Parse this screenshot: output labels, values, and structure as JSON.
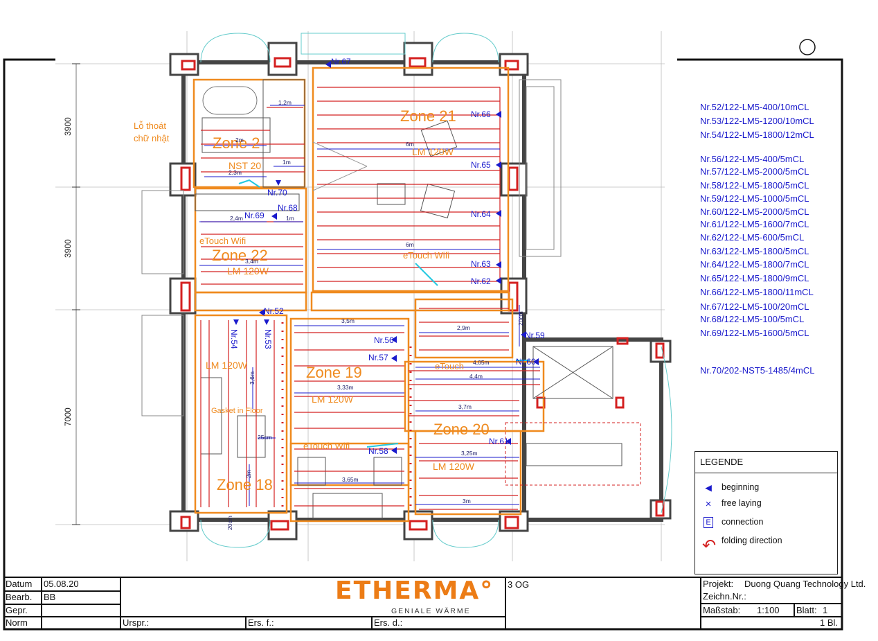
{
  "zones": [
    {
      "name": "Zone 21",
      "element": "LM 120W",
      "device": "eTouch Wifi"
    },
    {
      "name": "Zone 2",
      "element": "NST 20"
    },
    {
      "name": "Zone 22",
      "element": "LM 120W",
      "device": "eTouch Wifi"
    },
    {
      "name": "Zone 19",
      "element": "LM 120W",
      "device": "eTouch Wifi"
    },
    {
      "name": "Zone 20",
      "element": "LM 120W",
      "device": "eTouch"
    },
    {
      "name": "Zone 18",
      "element": "LM 120W",
      "note": "Gasket in Floor"
    }
  ],
  "drain_label_1": "Lỗ thoát",
  "drain_label_2": "chữ nhật",
  "dimensions_left": [
    "3900",
    "3900",
    "7000"
  ],
  "circuits": [
    "Nr.52",
    "Nr.53",
    "Nr.54",
    "Nr.56",
    "Nr.57",
    "Nr.58",
    "Nr.59",
    "Nr.60",
    "Nr.61",
    "Nr.62",
    "Nr.63",
    "Nr.64",
    "Nr.65",
    "Nr.66",
    "Nr.67",
    "Nr.68",
    "Nr.69",
    "Nr.70"
  ],
  "lengths": [
    "1,2m",
    "2m",
    "2,3m",
    "1m",
    "6m",
    "2,4m",
    "1m",
    "3,4m",
    "6m",
    "3,5m",
    "2,9m",
    "20cm",
    "4,05m",
    "4,4m",
    "3,33m",
    "3,7m",
    "3,6m",
    "3,25m",
    "3,65m",
    "3m",
    "2m",
    "20cm",
    "25cm"
  ],
  "spec_list": [
    "Nr.52/122-LM5-400/10mCL",
    "Nr.53/122-LM5-1200/10mCL",
    "Nr.54/122-LM5-1800/12mCL",
    "Nr.56/122-LM5-400/5mCL",
    "Nr.57/122-LM5-2000/5mCL",
    "Nr.58/122-LM5-1800/5mCL",
    "Nr.59/122-LM5-1000/5mCL",
    "Nr.60/122-LM5-2000/5mCL",
    "Nr.61/122-LM5-1600/7mCL",
    "Nr.62/122-LM5-600/5mCL",
    "Nr.63/122-LM5-1800/5mCL",
    "Nr.64/122-LM5-1800/7mCL",
    "Nr.65/122-LM5-1800/9mCL",
    "Nr.66/122-LM5-1800/11mCL",
    "Nr.67/122-LM5-100/20mCL",
    "Nr.68/122-LM5-100/5mCL",
    "Nr.69/122-LM5-1600/5mCL",
    "Nr.70/202-NST5-1485/4mCL"
  ],
  "legend": {
    "title": "LEGENDE",
    "items": [
      {
        "symbol": "◀",
        "label": "beginning",
        "color": "#1a1acc"
      },
      {
        "symbol": "×",
        "label": "free laying",
        "color": "#1a1acc"
      },
      {
        "symbol": "E",
        "label": "connection",
        "color": "#1a1acc"
      },
      {
        "symbol": "↶",
        "label": "folding direction",
        "color": "#d42020"
      }
    ]
  },
  "title_block": {
    "datum_label": "Datum",
    "datum_value": "05.08.20",
    "bearb_label": "Bearb.",
    "bearb_value": "BB",
    "gepr_label": "Gepr.",
    "norm_label": "Norm",
    "urspr_label": "Urspr.:",
    "ers_f_label": "Ers. f.:",
    "ers_d_label": "Ers. d.:",
    "logo": "ETHERMA°",
    "tagline": "GENIALE WÄRME",
    "floor": "3 OG",
    "projekt_label": "Projekt:",
    "projekt_value": "Duong Quang Technology Ltd.",
    "zeichn_label": "Zeichn.Nr.:",
    "massstab_label": "Maßstab:",
    "massstab_value": "1:100",
    "blatt_label": "Blatt:",
    "blatt_value": "1",
    "bl_value": "1 Bl."
  },
  "colors": {
    "wall": "#444444",
    "zone_border": "#ef8a1e",
    "heating": "#d42020",
    "label_blue": "#1a1acc",
    "zone_text": "#ef8a1e",
    "cyan": "#22c8e0"
  }
}
